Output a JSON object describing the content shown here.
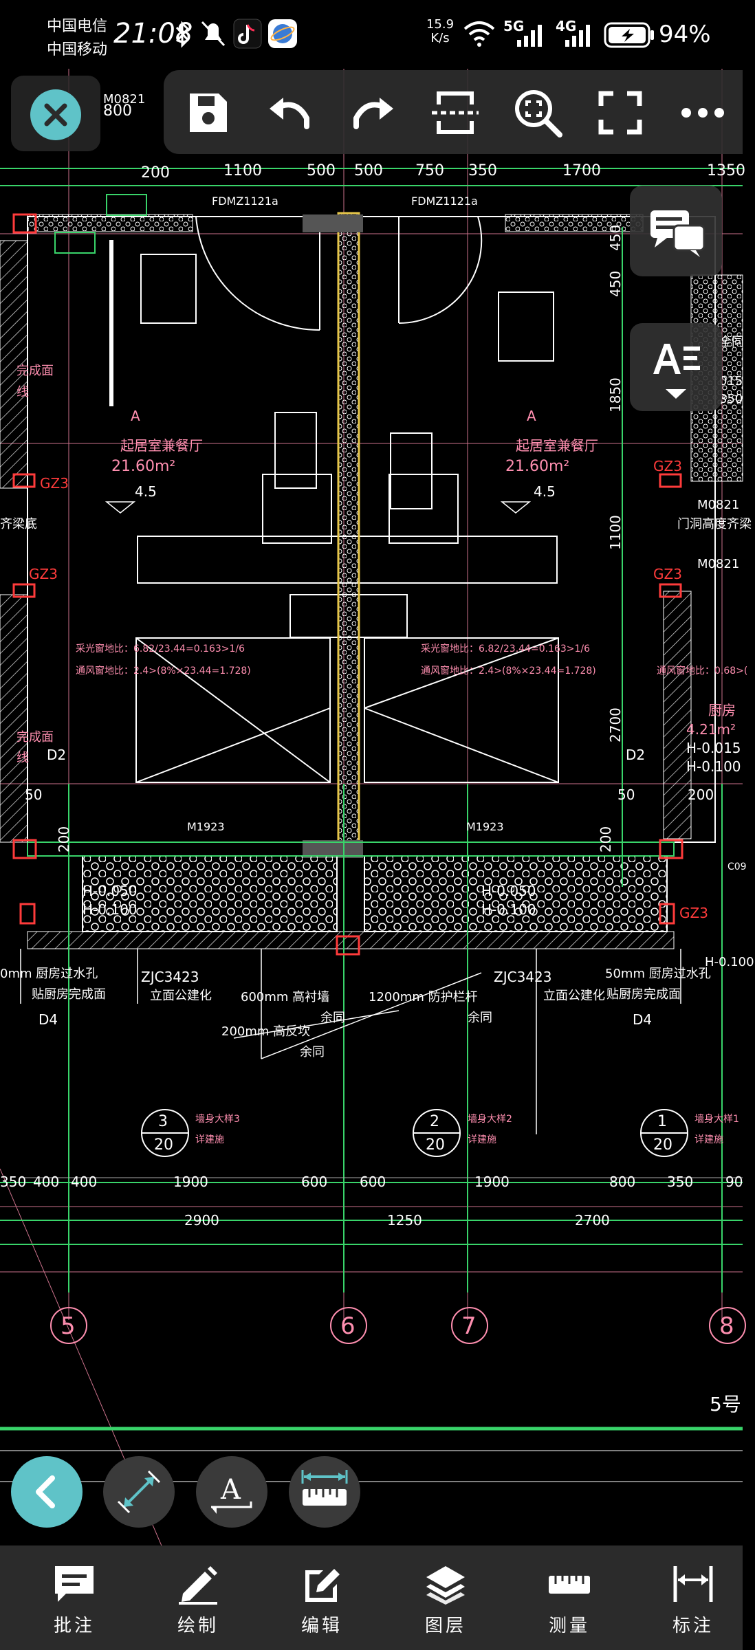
{
  "status_bar": {
    "carrier_1": "中国电信",
    "carrier_2": "中国移动",
    "time": "21:08",
    "net_speed_value": "15.9",
    "net_speed_unit": "K/s",
    "signal_1": "5G",
    "signal_2": "4G",
    "battery": "94%"
  },
  "drawing": {
    "dims_top": [
      "200",
      "1100",
      "500",
      "500",
      "750",
      "350",
      "1700",
      "1350"
    ],
    "door_labels": [
      "FDMZ1121a",
      "FDMZ1121a"
    ],
    "top_left_label": "M0821",
    "top_left_dim": "800",
    "room_left": {
      "code": "A",
      "name": "起居室兼餐厅",
      "area": "21.60m²",
      "level": "4.5"
    },
    "room_right": {
      "code": "A",
      "name": "起居室兼餐厅",
      "area": "21.60m²",
      "level": "4.5"
    },
    "lighting_left": "采光窗地比：6.82/23.44=0.163>1/6",
    "vent_left": "通风窗地比：2.4>(8%×23.44=1.728)",
    "lighting_right": "采光窗地比：6.82/23.44=0.163>1/6",
    "vent_right": "通风窗地比：2.4>(8%×23.44=1.728)",
    "vent_far_right": "通风窗地比：0.68>(",
    "window_labels": [
      "M1923",
      "M1923"
    ],
    "gz_labels": [
      "GZ3",
      "GZ3",
      "GZ3",
      "GZ3",
      "GZ3"
    ],
    "side_labels_left": [
      "完成面",
      "线",
      "齐梁底",
      "完成面",
      "线"
    ],
    "d_labels": [
      "D2",
      "D2",
      "D4",
      "D4"
    ],
    "dims_right_vertical": [
      "450",
      "450",
      "1850",
      "1100",
      "2700",
      "200"
    ],
    "dims_left_small": [
      "50",
      "200",
      "50",
      "200"
    ],
    "level_labels_left": [
      "H-0.050",
      "H-0.100"
    ],
    "level_labels_right": [
      "H-0.050",
      "H-0.100"
    ],
    "kitchen": {
      "name": "厨房",
      "area": "4.21m²",
      "level1": "H-0.015",
      "level2": "H-0.100"
    },
    "right_partial": [
      "全同",
      "015",
      "350",
      "M0821",
      "门洞高度齐梁",
      "M0821"
    ],
    "right_edge_level": "H-0.100",
    "right_edge_code": "C09",
    "notes": [
      "0mm 厨房过水孔",
      "贴厨房完成面",
      "ZJC3423",
      "立面公建化",
      "600mm 高衬墙",
      "余同",
      "1200mm 防护栏杆",
      "余同",
      "ZJC3423",
      "立面公建化",
      "50mm 厨房过水孔",
      "贴厨房完成面",
      "200mm 高反坎",
      "余同"
    ],
    "detail_refs": [
      {
        "num": "3",
        "den": "20",
        "t1": "墙身大样3",
        "t2": "详建施"
      },
      {
        "num": "2",
        "den": "20",
        "t1": "墙身大样2",
        "t2": "详建施"
      },
      {
        "num": "1",
        "den": "20",
        "t1": "墙身大样1",
        "t2": "详建施"
      }
    ],
    "dims_bottom_1": [
      "350",
      "400",
      "400",
      "1900",
      "600",
      "600",
      "1900",
      "800",
      "350",
      "90"
    ],
    "dims_bottom_2": [
      "2900",
      "1250",
      "2700"
    ],
    "axis_labels": [
      "5",
      "6",
      "7",
      "8"
    ],
    "sheet_mark": "5号"
  },
  "toolbar": {
    "icons": [
      "save-icon",
      "undo-icon",
      "redo-icon",
      "section-icon",
      "zoom-fit-icon",
      "fullscreen-icon",
      "more-icon"
    ]
  },
  "bottom_nav": {
    "items": [
      {
        "label": "批注",
        "icon": "comment-icon"
      },
      {
        "label": "绘制",
        "icon": "pencil-icon"
      },
      {
        "label": "编辑",
        "icon": "edit-icon"
      },
      {
        "label": "图层",
        "icon": "layers-icon"
      },
      {
        "label": "测量",
        "icon": "ruler-icon"
      },
      {
        "label": "标注",
        "icon": "dimension-icon"
      }
    ]
  },
  "colors": {
    "accent": "#5fc3c8",
    "cad_white": "#ffffff",
    "cad_green": "#39d46a",
    "cad_red": "#ff3b3b",
    "cad_magenta": "#e060e0",
    "cad_pink": "#ff8fb0",
    "cad_yellow": "#e6c64a"
  }
}
